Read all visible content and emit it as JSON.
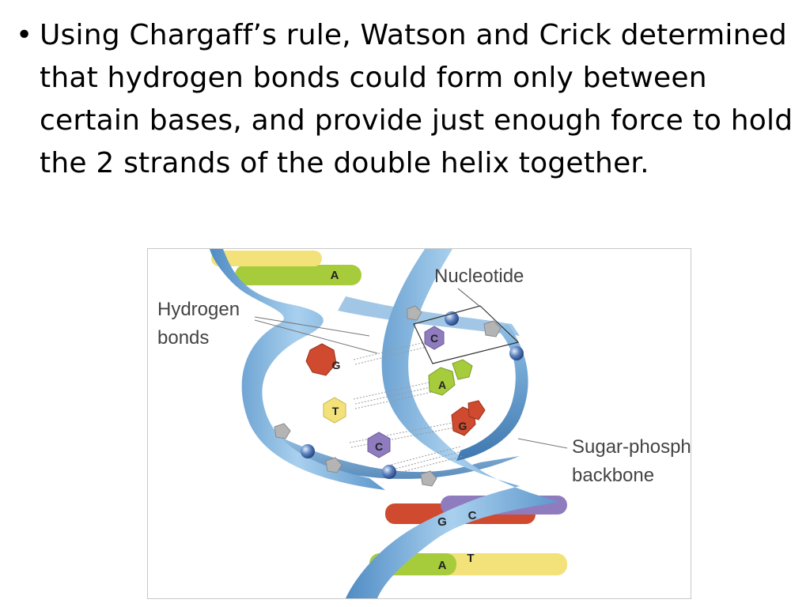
{
  "slide": {
    "bullet": "•",
    "text": "Using Chargaff’s rule, Watson and Crick determined that hydrogen bonds could form only between certain bases, and provide just enough force to hold the 2 strands of the double helix together."
  },
  "figure": {
    "labels": {
      "nucleotide": "Nucleotide",
      "hydrogen_line1": "Hydrogen",
      "hydrogen_line2": "bonds",
      "sugar_line1": "Sugar-phosphate",
      "sugar_line2": "backbone"
    },
    "bases": [
      "A",
      "C",
      "G",
      "A",
      "T",
      "G",
      "C",
      "G",
      "C",
      "A",
      "T"
    ],
    "colors": {
      "backbone": "#7fb2dc",
      "backbone_dark": "#4a86bb",
      "adenine": "#a6cc3c",
      "thymine": "#f3e27a",
      "guanine": "#cf4a2e",
      "cytosine": "#8f7cbf",
      "phosphate": "#3f67a8",
      "sugar": "#b4b4b4"
    }
  }
}
